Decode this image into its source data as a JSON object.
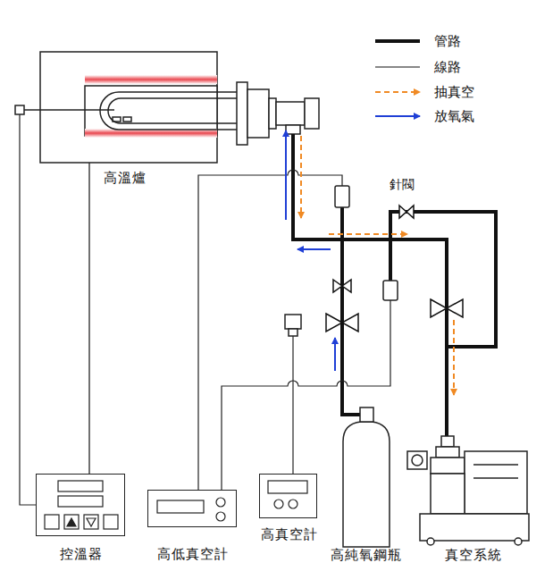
{
  "diagram": {
    "nodes": [
      {
        "text": [
          "高溫爐"
        ]
      },
      {
        "text": [
          "控溫器"
        ]
      },
      {
        "text": [
          "高低真空計"
        ]
      },
      {
        "text": [
          "高真空計"
        ]
      },
      {
        "text": [
          "高純氧鋼瓶"
        ]
      },
      {
        "text": [
          "真空系統"
        ]
      }
    ],
    "edges": [
      {
        "from": 1,
        "to": 0,
        "arrow": "none"
      },
      {
        "from": 0,
        "to": 4,
        "arrow": "none"
      },
      {
        "from": 0,
        "to": 5,
        "arrow": "none"
      }
    ],
    "labels": [
      "針閥"
    ],
    "legend": [
      {
        "text": "管路"
      },
      {
        "text": "線路"
      },
      {
        "text": "抽真空"
      },
      {
        "text": "放氧氣"
      }
    ]
  }
}
